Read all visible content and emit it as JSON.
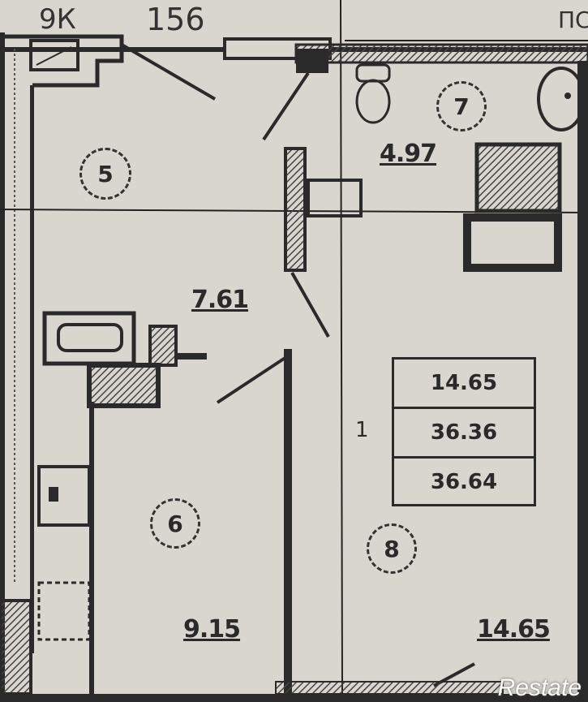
{
  "labels": {
    "top_left": "9К",
    "top_center": "156",
    "top_right": "ПС",
    "room_area_wc": "4.97",
    "room_area_hall": "7.61",
    "room_area_kitchen": "9.15",
    "room_area_living": "14.65",
    "living_marker": "1"
  },
  "room_numbers": {
    "hall_upper": "5",
    "wc": "7",
    "kitchen": "6",
    "living": "8"
  },
  "summary": {
    "living_area": "14.65",
    "total_area": "36.36",
    "total_with_balcony": "36.64"
  },
  "watermark": "Restate",
  "colors": {
    "paper": "#d9d6cf",
    "wall": "#2a2a2a",
    "hatch": "#555555"
  }
}
